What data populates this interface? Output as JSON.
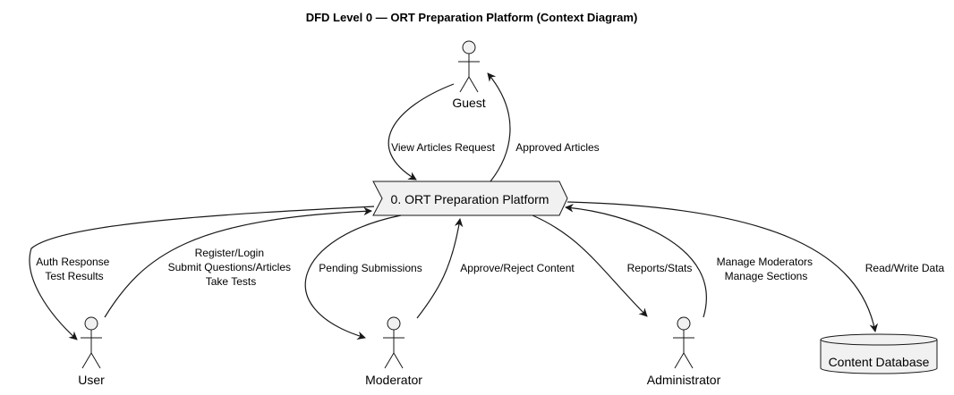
{
  "diagram": {
    "title": "DFD Level 0 — ORT Preparation Platform (Context Diagram)",
    "process": {
      "label": "0. ORT Preparation Platform"
    },
    "actors": [
      {
        "id": "guest",
        "name": "Guest"
      },
      {
        "id": "user",
        "name": "User"
      },
      {
        "id": "moderator",
        "name": "Moderator"
      },
      {
        "id": "administrator",
        "name": "Administrator"
      }
    ],
    "datastore": {
      "label": "Content Database"
    },
    "flows": [
      {
        "id": "guest-view-request",
        "lines": [
          "View Articles Request"
        ]
      },
      {
        "id": "guest-approved-articles",
        "lines": [
          "Approved Articles"
        ]
      },
      {
        "id": "user-auth",
        "lines": [
          "Auth Response",
          "Test Results"
        ]
      },
      {
        "id": "user-register",
        "lines": [
          "Register/Login",
          "Submit Questions/Articles",
          "Take Tests"
        ]
      },
      {
        "id": "mod-pending",
        "lines": [
          "Pending Submissions"
        ]
      },
      {
        "id": "mod-approve",
        "lines": [
          "Approve/Reject Content"
        ]
      },
      {
        "id": "admin-reports",
        "lines": [
          "Reports/Stats"
        ]
      },
      {
        "id": "admin-manage",
        "lines": [
          "Manage Moderators",
          "Manage Sections"
        ]
      },
      {
        "id": "db-readwrite",
        "lines": [
          "Read/Write Data"
        ]
      }
    ],
    "colors": {
      "fill": "#f1f1f1",
      "stroke": "#181818",
      "background": "#ffffff"
    }
  }
}
